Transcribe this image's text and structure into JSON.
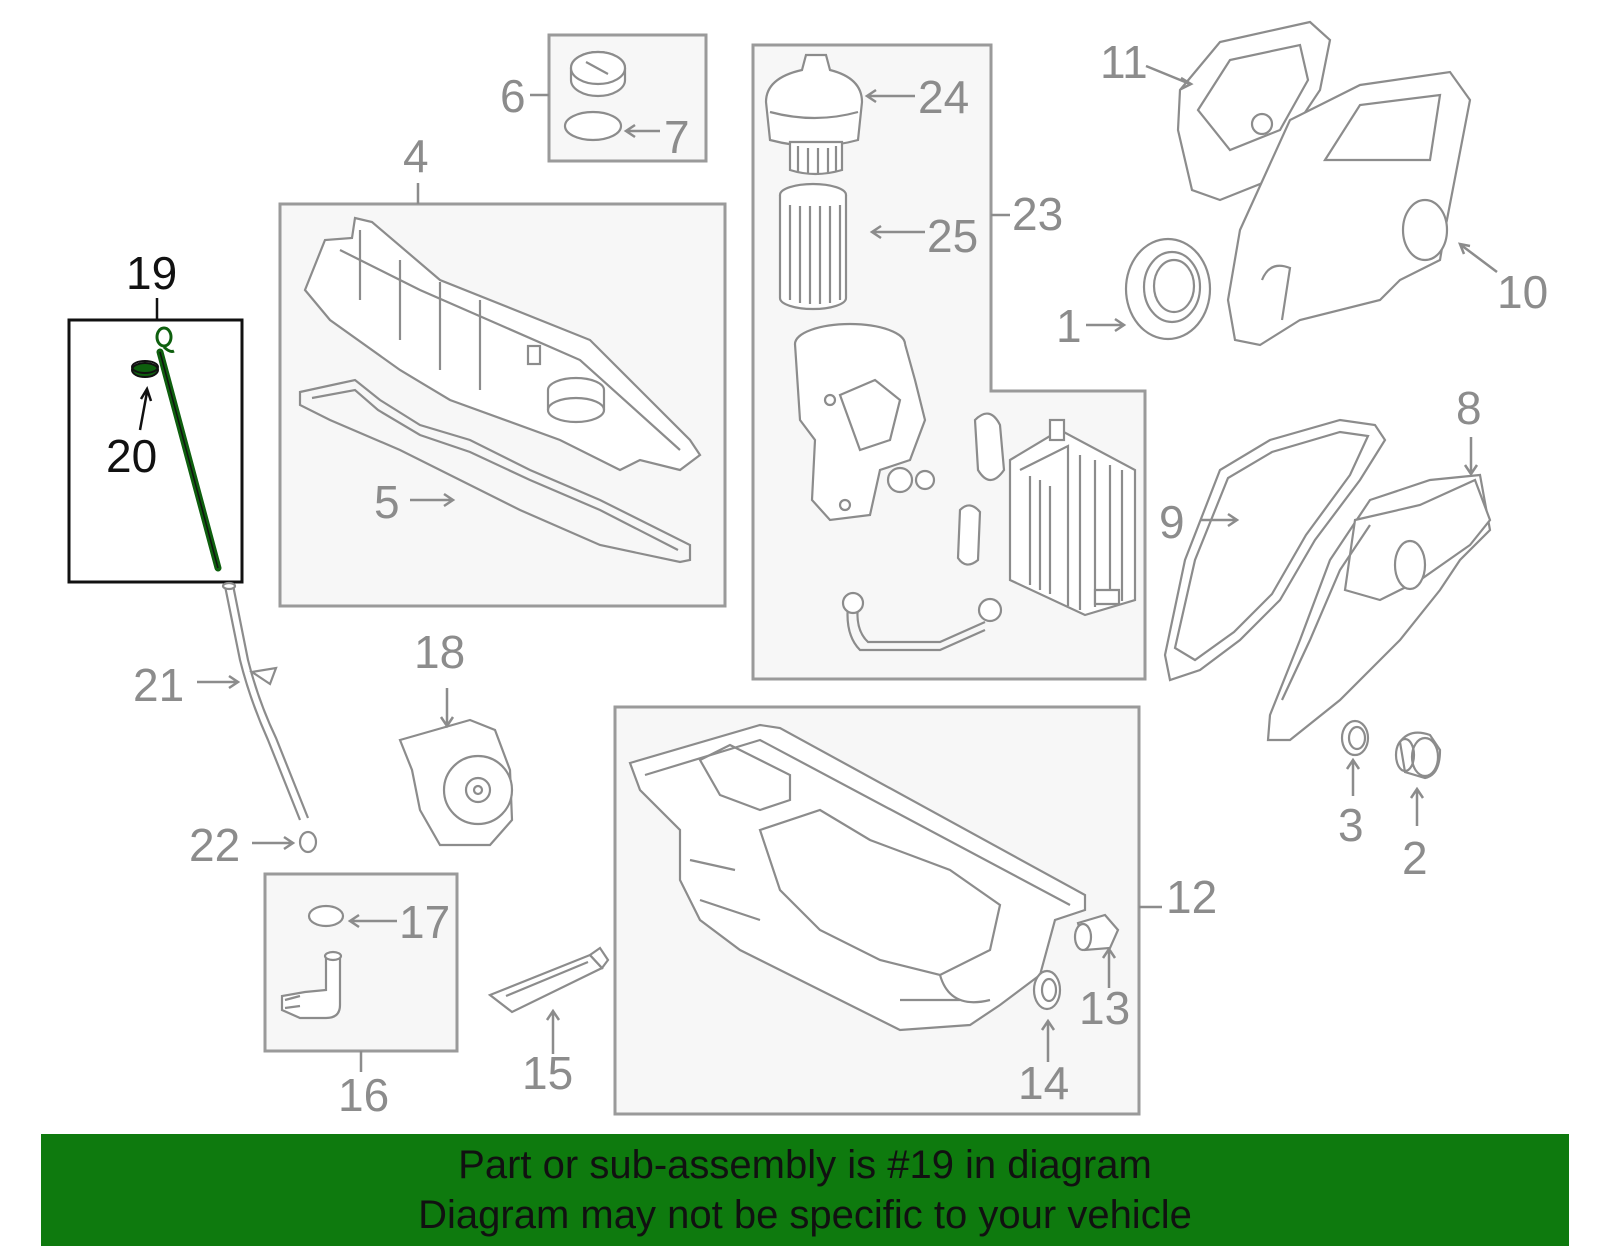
{
  "colors": {
    "banner_bg": "#0e7a0e",
    "highlight_part": "#0e5f0e",
    "label_gray": "#8c8c8c",
    "highlight_label": "#111111"
  },
  "banner": {
    "line1": "Part or sub-assembly is #19 in diagram",
    "line2": "Diagram may not be specific to your vehicle"
  },
  "labels": {
    "l1": "1",
    "l2": "2",
    "l3": "3",
    "l4": "4",
    "l5": "5",
    "l6": "6",
    "l7": "7",
    "l8": "8",
    "l9": "9",
    "l10": "10",
    "l11": "11",
    "l12": "12",
    "l13": "13",
    "l14": "14",
    "l15": "15",
    "l16": "16",
    "l17": "17",
    "l18": "18",
    "l19": "19",
    "l20": "20",
    "l21": "21",
    "l22": "22",
    "l23": "23",
    "l24": "24",
    "l25": "25"
  },
  "highlighted_part": "19"
}
